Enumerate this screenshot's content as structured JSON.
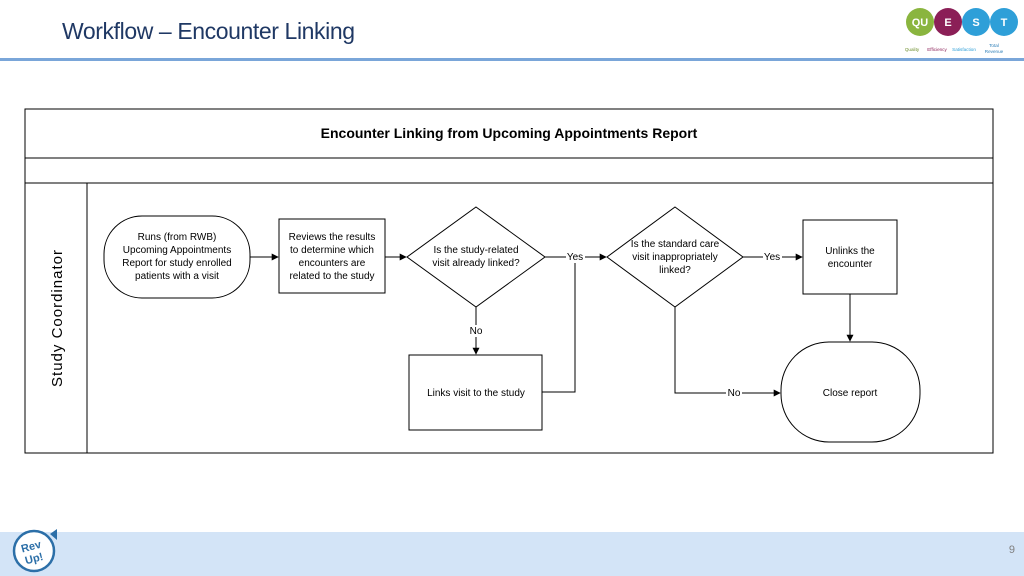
{
  "slide": {
    "title": "Workflow – Encounter Linking",
    "page_number": "9"
  },
  "logo": {
    "circles": [
      {
        "label": "QU",
        "color": "#8ab53f"
      },
      {
        "label": "E",
        "color": "#8b1f57"
      },
      {
        "label": "S",
        "color": "#2e9fd8"
      },
      {
        "label": "T",
        "color": "#2e9fd8"
      }
    ],
    "captions": [
      "Quality",
      "Efficiency",
      "Satisfaction",
      "Total",
      "Revenue"
    ]
  },
  "footer_logo": {
    "line1": "Rev",
    "line2": "Up!"
  },
  "diagram": {
    "title": "Encounter Linking from Upcoming Appointments Report",
    "lane_label": "Study Coordinator",
    "nodes": {
      "start": [
        "Runs (from RWB)",
        "Upcoming Appointments",
        "Report for study enrolled",
        "patients with a visit"
      ],
      "review": [
        "Reviews the results",
        "to determine which",
        "encounters are",
        "related to the study"
      ],
      "decision1": [
        "Is the study-related",
        "visit already linked?"
      ],
      "decision2": [
        "Is the standard care",
        "visit inappropriately",
        "linked?"
      ],
      "unlink": [
        "Unlinks the",
        "encounter"
      ],
      "link": [
        "Links visit to the study"
      ],
      "close": [
        "Close report"
      ]
    },
    "edge_labels": {
      "d1_yes": "Yes",
      "d1_no": "No",
      "d2_yes": "Yes",
      "d2_no": "No"
    }
  }
}
